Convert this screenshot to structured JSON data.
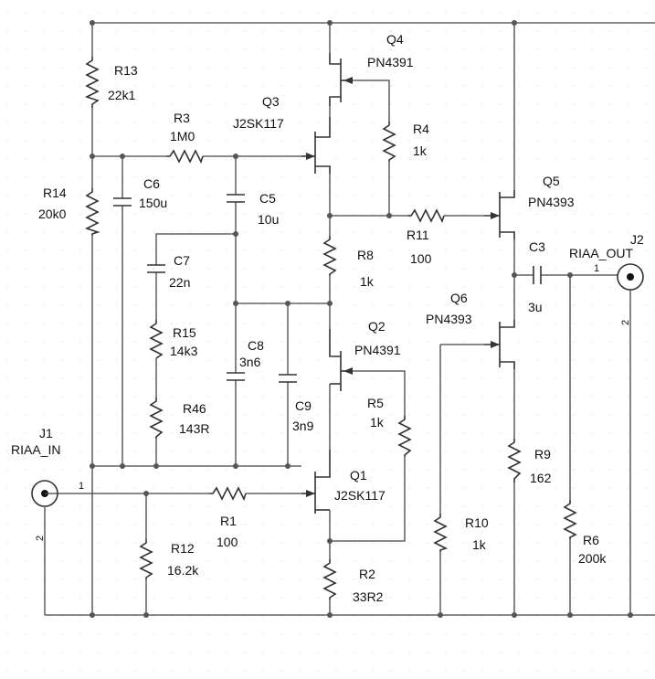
{
  "components": {
    "r13": {
      "ref": "R13",
      "value": "22k1"
    },
    "r14": {
      "ref": "R14",
      "value": "20k0"
    },
    "r3": {
      "ref": "R3",
      "value": "1M0"
    },
    "c6": {
      "ref": "C6",
      "value": "150u"
    },
    "c5": {
      "ref": "C5",
      "value": "10u"
    },
    "c7": {
      "ref": "C7",
      "value": "22n"
    },
    "r15": {
      "ref": "R15",
      "value": "14k3"
    },
    "r46": {
      "ref": "R46",
      "value": "143R"
    },
    "c8": {
      "ref": "C8",
      "value": "3n6"
    },
    "c9": {
      "ref": "C9",
      "value": "3n9"
    },
    "q4": {
      "ref": "Q4",
      "value": "PN4391"
    },
    "q3": {
      "ref": "Q3",
      "value": "J2SK117"
    },
    "r4": {
      "ref": "R4",
      "value": "1k"
    },
    "r8": {
      "ref": "R8",
      "value": "1k"
    },
    "r11": {
      "ref": "R11",
      "value": "100"
    },
    "q5": {
      "ref": "Q5",
      "value": "PN4393"
    },
    "c3": {
      "ref": "C3",
      "value": "3u"
    },
    "q6": {
      "ref": "Q6",
      "value": "PN4393"
    },
    "q2": {
      "ref": "Q2",
      "value": "PN4391"
    },
    "r5": {
      "ref": "R5",
      "value": "1k"
    },
    "q1": {
      "ref": "Q1",
      "value": "J2SK117"
    },
    "r1": {
      "ref": "R1",
      "value": "100"
    },
    "r12": {
      "ref": "R12",
      "value": "16.2k"
    },
    "r2": {
      "ref": "R2",
      "value": "33R2"
    },
    "r9": {
      "ref": "R9",
      "value": "162"
    },
    "r10": {
      "ref": "R10",
      "value": "1k"
    },
    "r6": {
      "ref": "R6",
      "value": "200k"
    }
  },
  "connectors": {
    "j1": {
      "ref": "J1",
      "name": "RIAA_IN",
      "pin1": "1",
      "pin2": "2"
    },
    "j2": {
      "ref": "J2",
      "name": "RIAA_OUT",
      "pin1": "1",
      "pin2": "2"
    }
  }
}
